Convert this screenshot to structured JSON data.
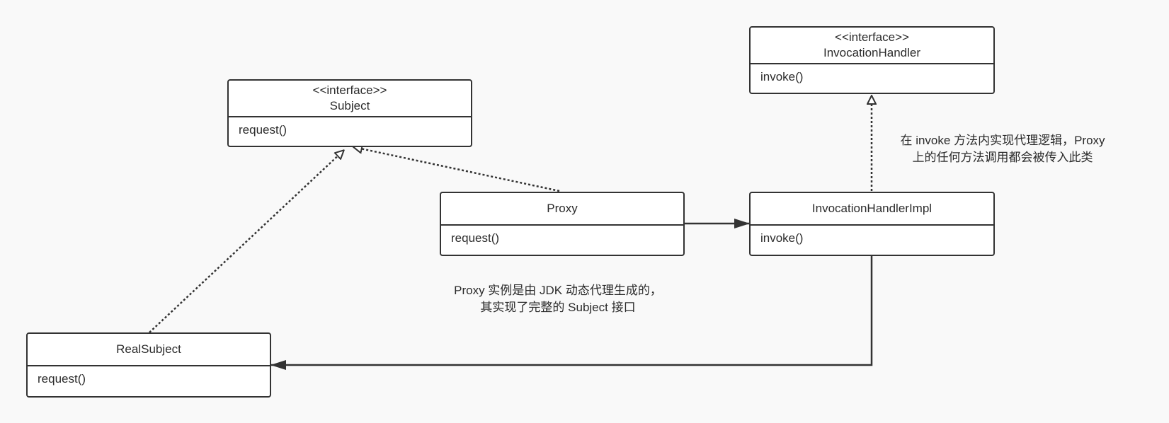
{
  "classes": {
    "invocation_handler": {
      "stereotype": "<<interface>>",
      "name": "InvocationHandler",
      "method": "invoke()"
    },
    "subject": {
      "stereotype": "<<interface>>",
      "name": "Subject",
      "method": "request()"
    },
    "proxy": {
      "name": "Proxy",
      "method": "request()"
    },
    "invocation_handler_impl": {
      "name": "InvocationHandlerImpl",
      "method": "invoke()"
    },
    "real_subject": {
      "name": "RealSubject",
      "method": "request()"
    }
  },
  "notes": {
    "handler_note": [
      "在 invoke 方法内实现代理逻辑，Proxy",
      "上的任何方法调用都会被传入此类"
    ],
    "proxy_note": [
      "Proxy 实例是由 JDK 动态代理生成的，",
      "其实现了完整的 Subject 接口"
    ]
  },
  "colors": {
    "line": "#333333",
    "background": "#f9f9f9",
    "box": "#ffffff"
  }
}
